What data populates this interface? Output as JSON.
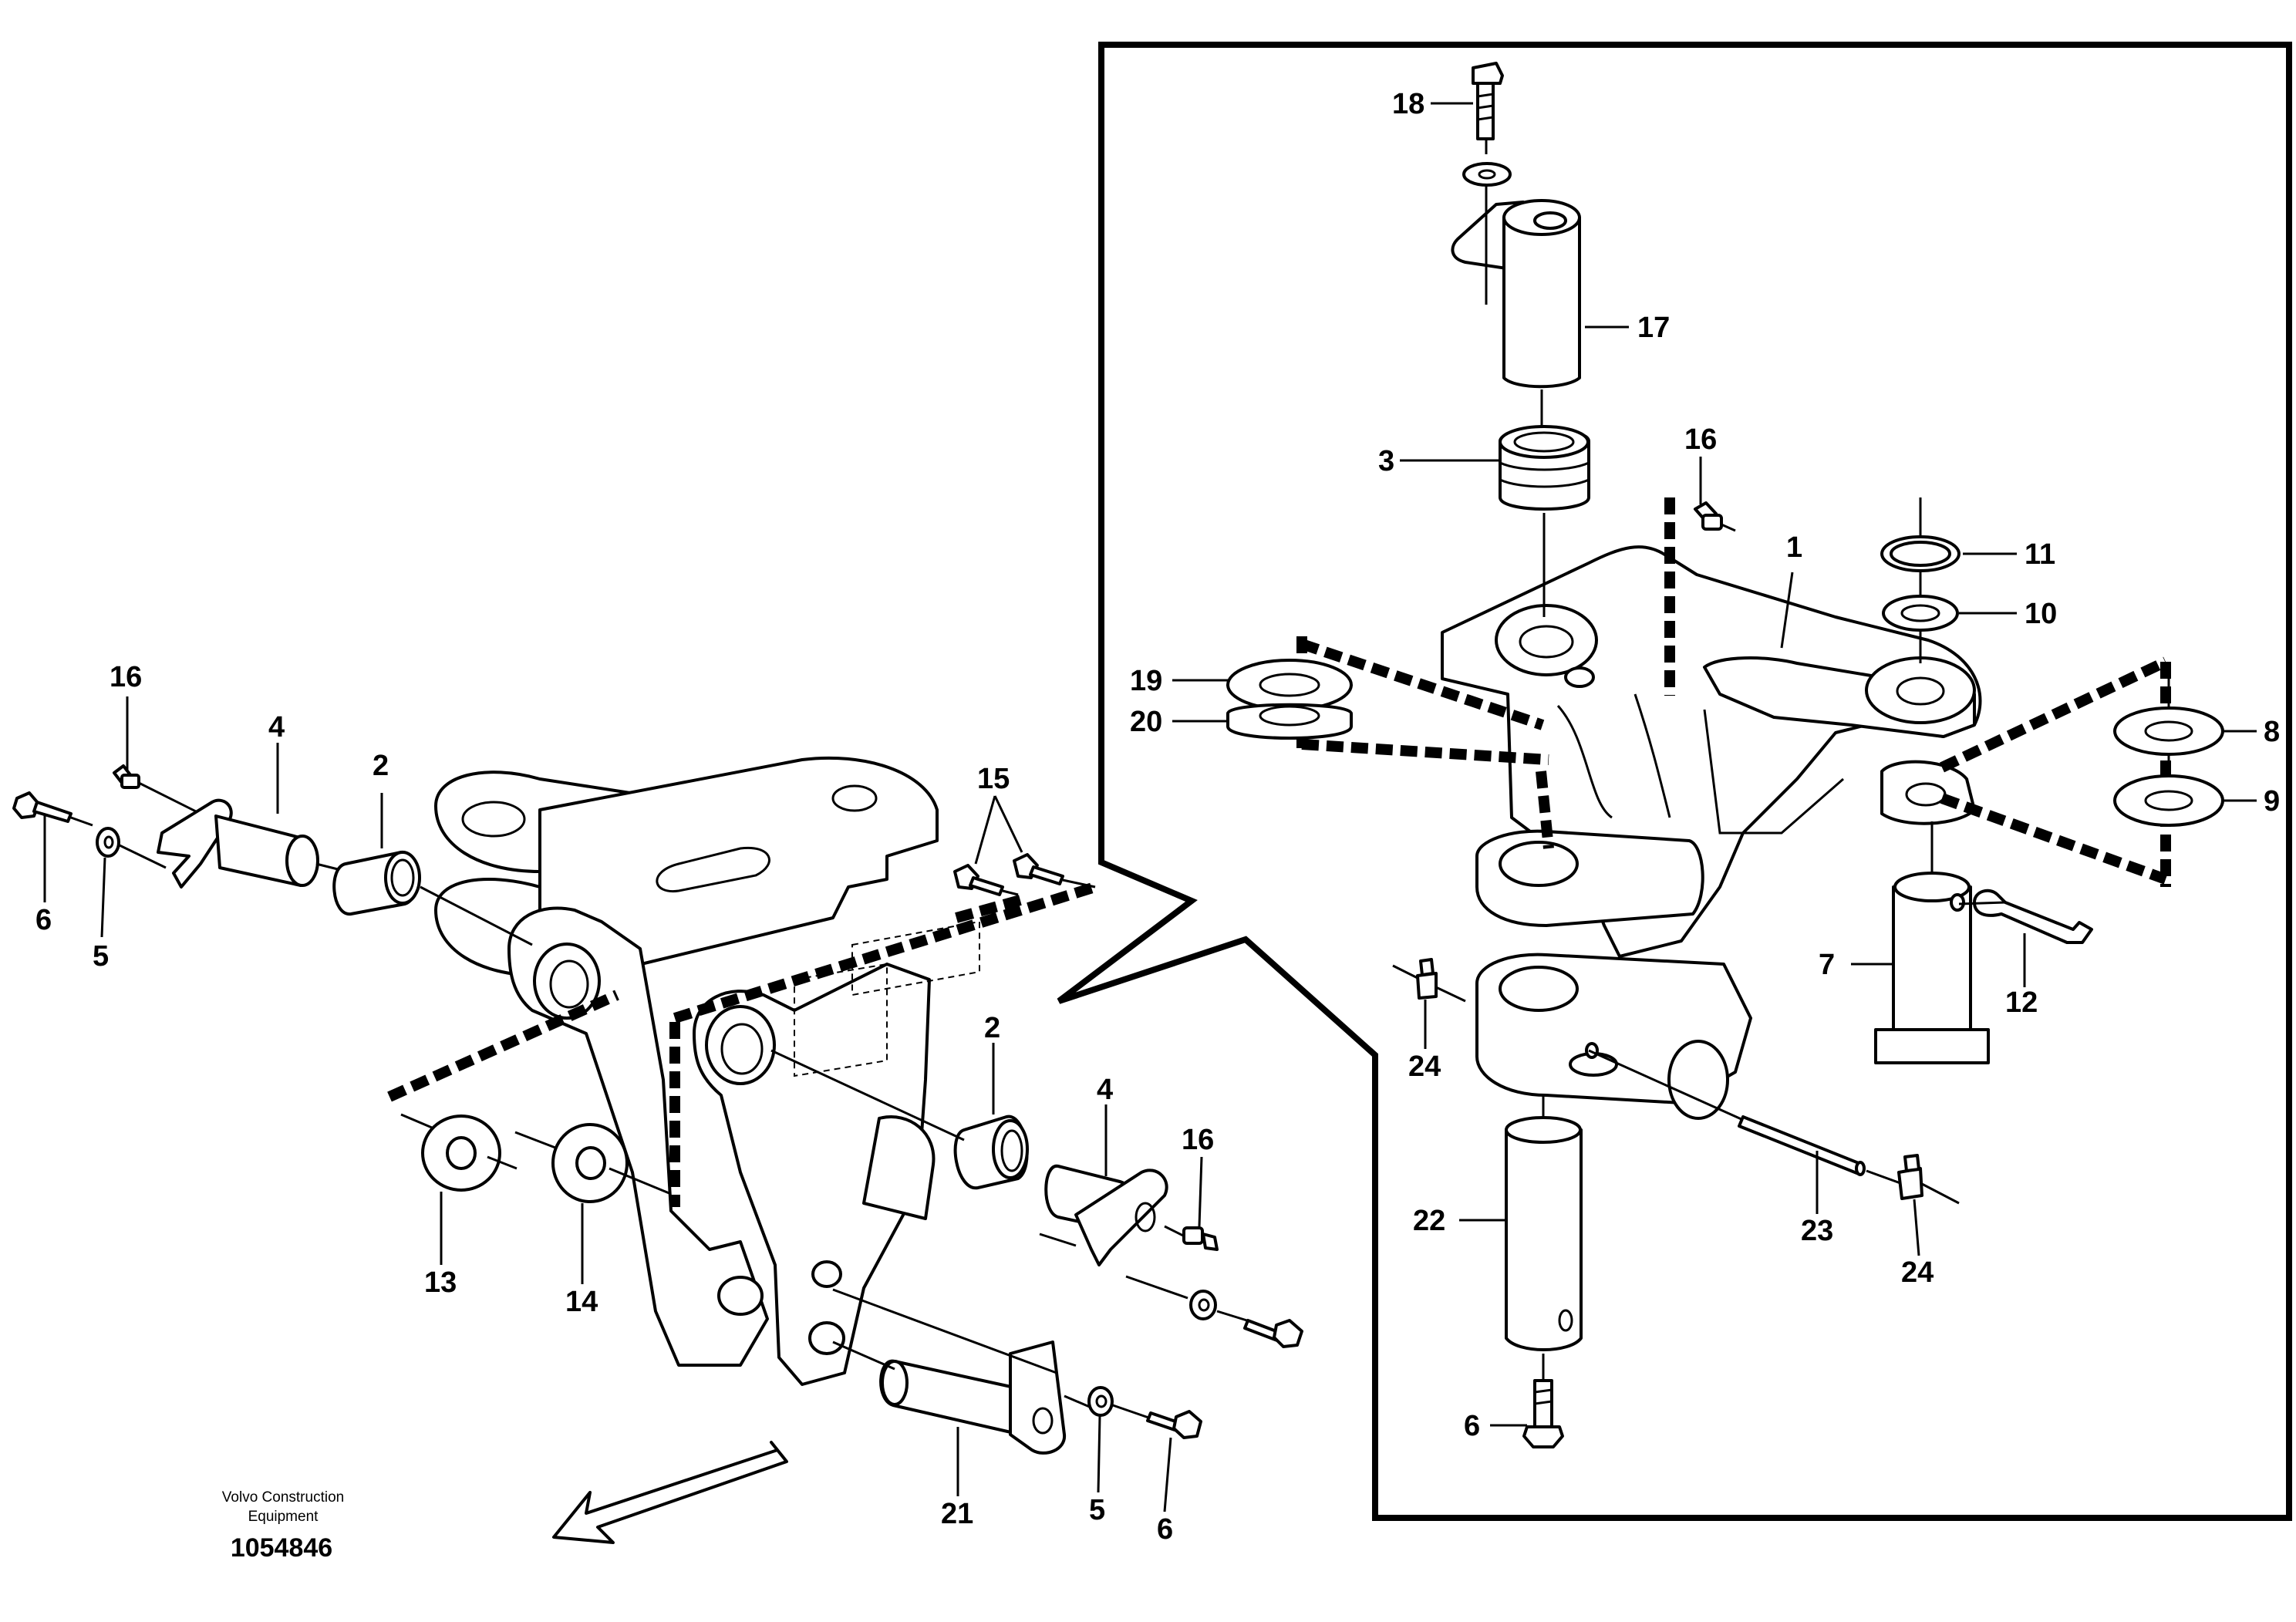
{
  "brand": {
    "line1": "Volvo Construction",
    "line2": "Equipment",
    "doc_number": "1054846"
  },
  "callouts": {
    "left": [
      "16",
      "4",
      "2",
      "15",
      "6",
      "5",
      "2",
      "4",
      "16",
      "13",
      "14",
      "21",
      "5",
      "6"
    ],
    "detail": [
      "18",
      "17",
      "3",
      "16",
      "1",
      "11",
      "10",
      "19",
      "20",
      "8",
      "9",
      "7",
      "12",
      "24",
      "22",
      "23",
      "24",
      "6"
    ]
  },
  "icons": [
    "front-direction-arrow-icon",
    "grease-nipple-icon",
    "bolt-icon",
    "washer-icon",
    "bushing-icon",
    "pin-icon",
    "lock-plate-icon",
    "spring-clip-icon"
  ]
}
